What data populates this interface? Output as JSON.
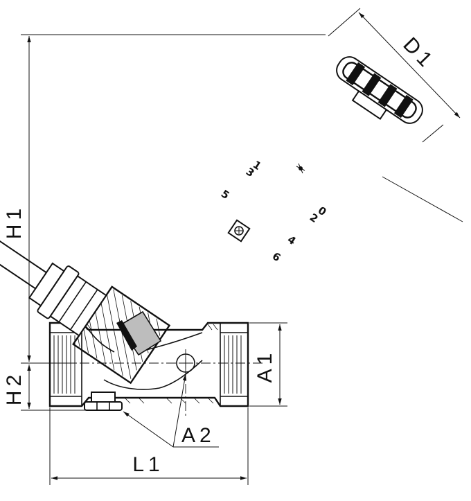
{
  "dimensions": {
    "h1": "H1",
    "h2": "H2",
    "a1": "A1",
    "a2": "A2",
    "l1": "L1",
    "d1": "D1"
  },
  "scale_marks": {
    "mark_1": "1",
    "mark_2": "2",
    "mark_3": "3",
    "mark_4": "4",
    "mark_5": "5",
    "mark_6": "6",
    "mark_0": "0"
  }
}
